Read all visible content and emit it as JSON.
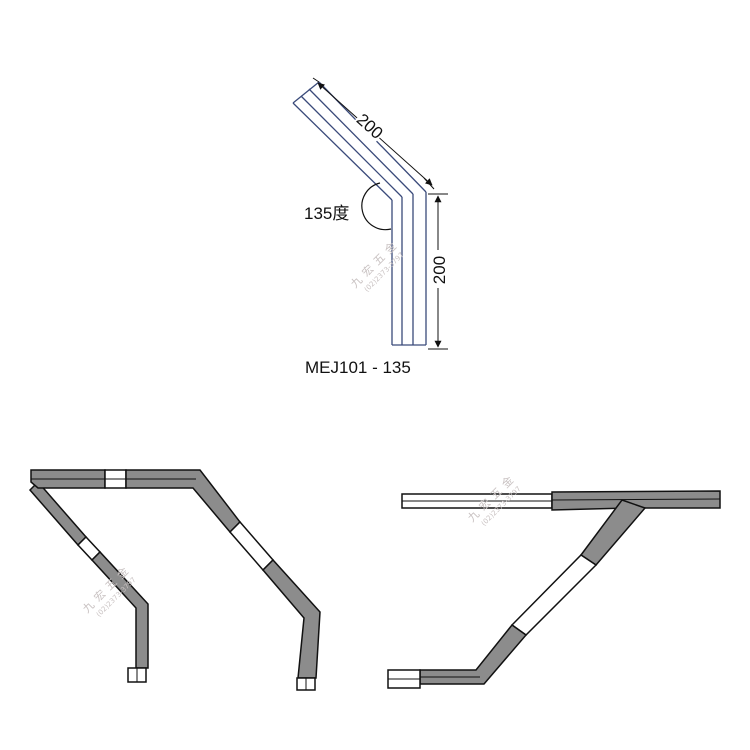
{
  "top_drawing": {
    "dimension_diagonal": "200",
    "dimension_vertical": "200",
    "angle_label": "135度",
    "part_code": "MEJ101 - 135"
  },
  "watermark": {
    "name": "九宏五金",
    "phone": "(02)2373-3797"
  },
  "colors": {
    "conductor": "#8c8c8c",
    "insulator": "#ffffff",
    "outline": "#111111",
    "drawing_line": "#3a4a7a"
  }
}
